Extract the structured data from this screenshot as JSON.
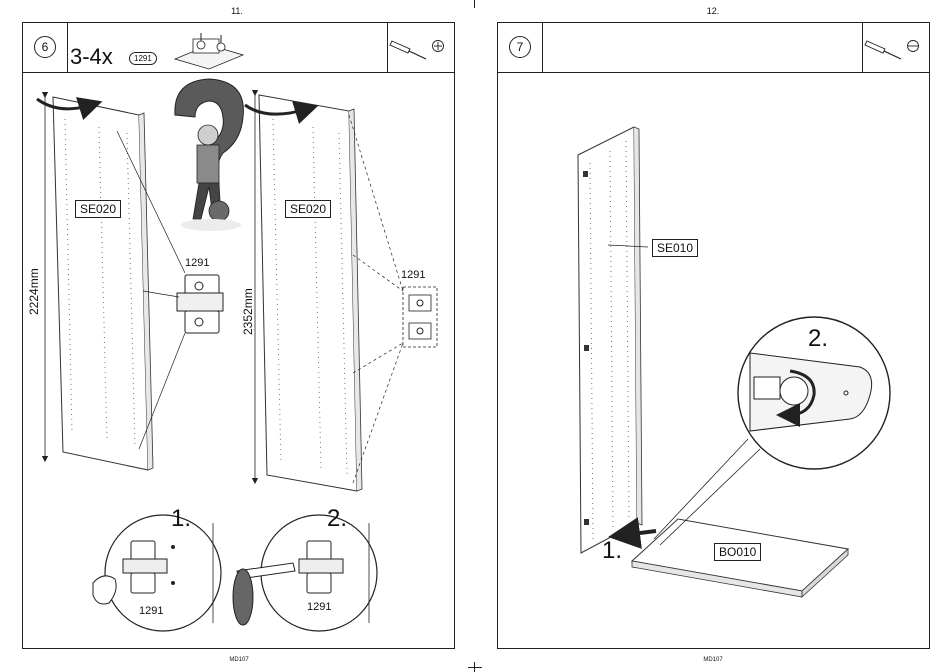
{
  "left_page": {
    "page_number": "11.",
    "code": "MD107",
    "step": "6",
    "quantity": "3-4x",
    "part_pill": "1291",
    "panel_left_tag": "SE020",
    "panel_right_tag": "SE020",
    "height_left": "2224mm",
    "height_right": "2352mm",
    "hinge_label_left": "1291",
    "hinge_label_right": "1291",
    "detail1_number": "1.",
    "detail1_label": "1291",
    "detail2_number": "2.",
    "detail2_label": "1291"
  },
  "right_page": {
    "page_number": "12.",
    "code": "MD107",
    "step": "7",
    "panel_tag": "SE010",
    "base_tag": "BO010",
    "detail_number": "2.",
    "arrow_number": "1."
  },
  "icons": [
    "screwdriver-phillips-icon",
    "screwdriver-flat-icon",
    "rotate-arrow-icon",
    "question-mark-person-icon"
  ]
}
